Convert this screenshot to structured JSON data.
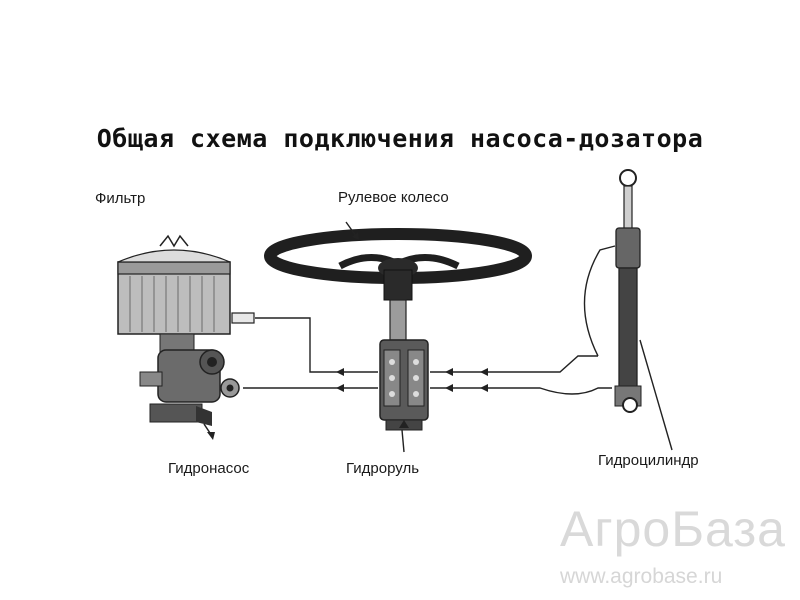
{
  "title": "Общая схема подключения насоса-дозатора",
  "labels": {
    "filter": "Фильтр",
    "steering_wheel": "Рулевое колесо",
    "pump": "Гидронасос",
    "steering_unit": "Гидроруль",
    "cylinder": "Гидроцилиндр"
  },
  "watermark": {
    "brand": "АгроБаза",
    "url": "www.agrobase.ru"
  }
}
